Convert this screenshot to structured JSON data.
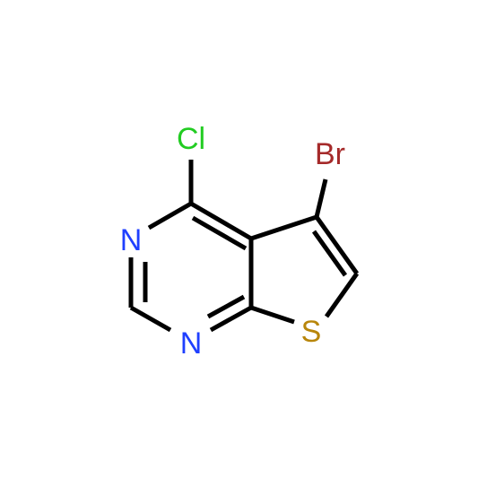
{
  "molecule": {
    "atoms": {
      "cl": {
        "symbol": "Cl",
        "color": "#22cc22"
      },
      "br": {
        "symbol": "Br",
        "color": "#a52a2a"
      },
      "n_top": {
        "symbol": "N",
        "color": "#1f3fff"
      },
      "n_bottom": {
        "symbol": "N",
        "color": "#1f3fff"
      },
      "s": {
        "symbol": "S",
        "color": "#b8860b"
      }
    },
    "bond_color": "#000000",
    "background": "#ffffff"
  }
}
